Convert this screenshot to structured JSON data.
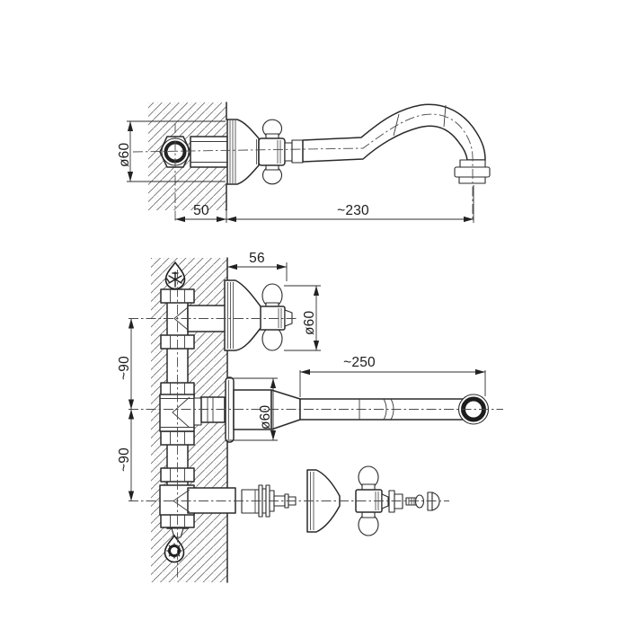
{
  "title": "Wall-mounted faucet technical drawing",
  "colors": {
    "line": "#2a2a2a",
    "background": "#ffffff",
    "hatch": "#666666"
  },
  "side_view": {
    "dim_escutcheon_diameter": "ø60",
    "dim_wall_offset": "50",
    "dim_spout_reach": "~230"
  },
  "front_view": {
    "dim_handle_assembly_width": "56",
    "dim_handle_diameter": "ø60",
    "dim_spacing_top": "~90",
    "dim_spacing_bottom": "~90",
    "dim_spout_length": "~250",
    "dim_flange_diameter": "ø60",
    "cold_symbol": "drop-with-snowflake",
    "hot_symbol": "drop-with-sun"
  }
}
